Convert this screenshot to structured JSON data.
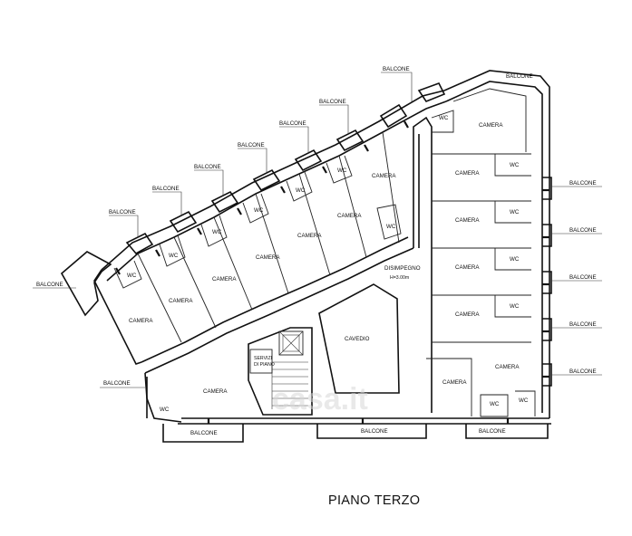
{
  "drawing": {
    "title": "PIANO TERZO",
    "labels": {
      "balcone": "BALCONE",
      "camera": "CAMERA",
      "wc": "WC",
      "cavedio": "CAVEDIO",
      "disimpegno": "DISIMPEGNO",
      "height": "H=3.00m",
      "servizi_piano_1": "SERVIZI",
      "servizi_piano_2": "DI PIANO"
    },
    "watermark": "casa.it"
  }
}
